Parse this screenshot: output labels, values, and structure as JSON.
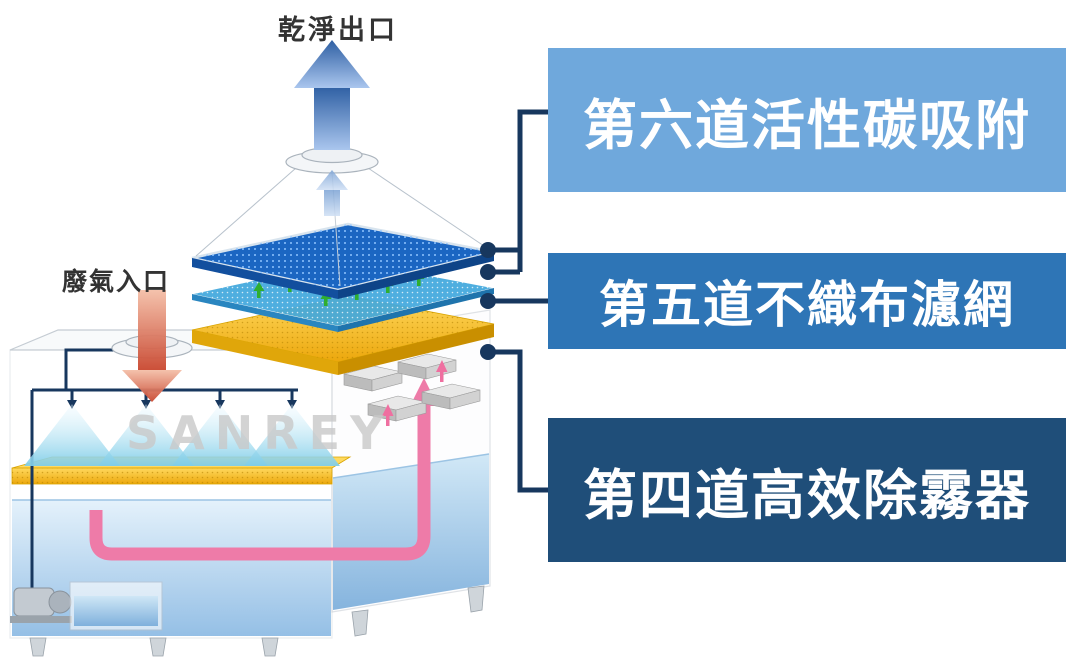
{
  "page": {
    "background": "#ffffff"
  },
  "machine": {
    "clean_outlet_label": "乾淨出口",
    "waste_gas_inlet_label": "廢氣入口",
    "watermark": "SANREY",
    "icons": {
      "clean_air_arrow": "up-arrow",
      "waste_gas_arrow": "down-arrow",
      "filter_flow_arrows": "green-up-arrows",
      "recirculation_pipe": "pink-u-pipe-up-arrow"
    }
  },
  "callouts": [
    {
      "id": "stage-6",
      "label": "第六道活性碳吸附",
      "background": "#6fa8dc",
      "text_color": "#ffffff"
    },
    {
      "id": "stage-5",
      "label": "第五道不織布濾網",
      "background": "#2e75b6",
      "text_color": "#ffffff"
    },
    {
      "id": "stage-4",
      "label": "第四道高效除霧器",
      "background": "#1f4e79",
      "text_color": "#ffffff"
    }
  ],
  "connectors": {
    "line_color": "#17375e",
    "dot_color": "#17375e"
  },
  "colors": {
    "clean_air_arrow": "#2e5fa3",
    "waste_gas_arrow": "#c9472f",
    "carbon_panel": "#1b66c2",
    "filter_blue_layer": "#41a8dd",
    "filter_yellow_layer": "#f5c325",
    "spray_cone": "#7fcde8",
    "water": "#8fbce4",
    "pipe_pink": "#ee7ba8",
    "green_arrows": "#2fae2f",
    "demister_blocks": "#c9c9c9"
  }
}
